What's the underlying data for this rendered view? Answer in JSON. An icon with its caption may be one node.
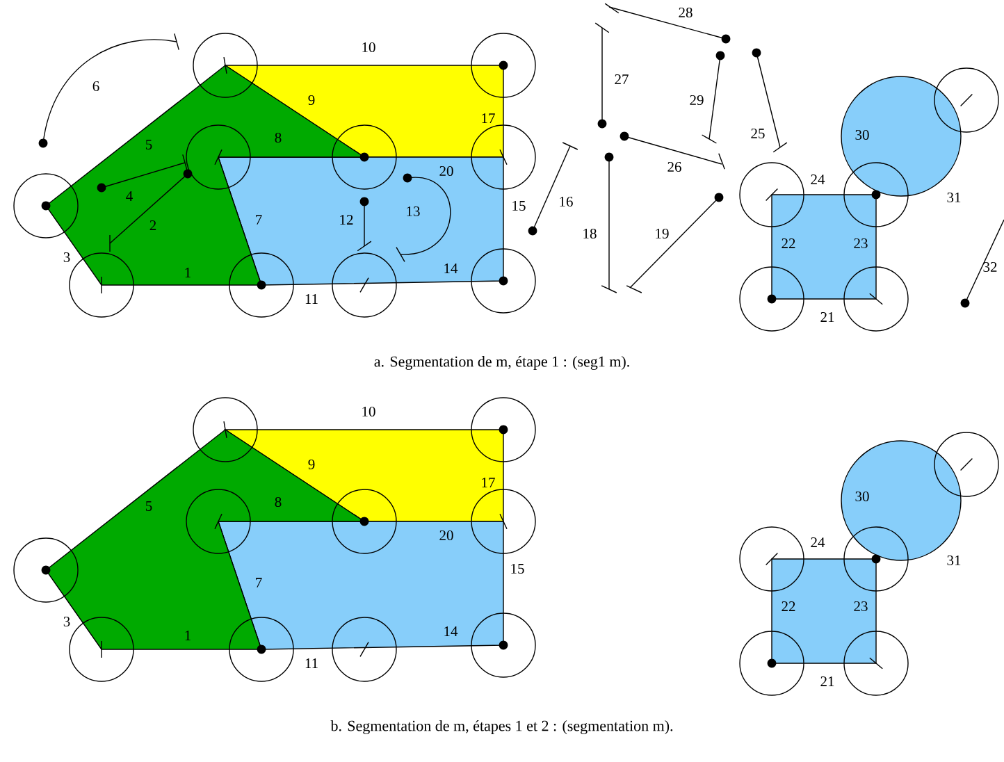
{
  "diagram": {
    "labels": [
      "28",
      "10",
      "27",
      "6",
      "9",
      "29",
      "30",
      "8",
      "5",
      "25",
      "20",
      "26",
      "24",
      "4",
      "17",
      "31",
      "15",
      "16",
      "13",
      "12",
      "7",
      "2",
      "18",
      "19",
      "22",
      "23",
      "3",
      "14",
      "1",
      "32",
      "11",
      "21",
      "a. Segmentation de m, étape 1 : (seg1 m).",
      "10",
      "9",
      "17",
      "8",
      "30",
      "5",
      "20",
      "24",
      "31",
      "15",
      "7",
      "22",
      "23",
      "3",
      "14",
      "1",
      "11",
      "21",
      "b. Segmentation de m, étapes 1 et 2 : (segmentation m)."
    ]
  }
}
